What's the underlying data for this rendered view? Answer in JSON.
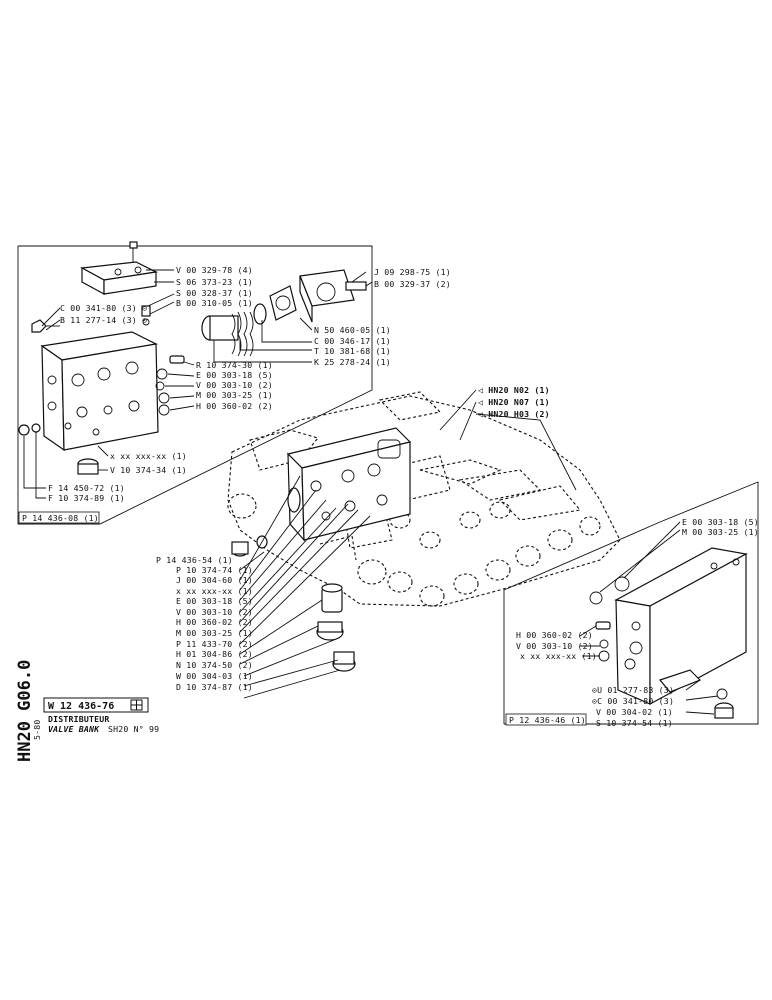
{
  "top_left_labels": [
    "V 00 329-78 (4)",
    "S 06 373-23 (1)",
    "S 00 328-37 (1)",
    "B 00 310-05 (1)",
    "R 10 374-30 (1)",
    "E 00 303-18 (5)",
    "V 00 303-10 (2)",
    "M 00 303-25 (1)",
    "H 00 360-02 (2)",
    "x xx xxx-xx (1)",
    "V 10 374-34 (1)"
  ],
  "top_left_side_labels": [
    "C 00 341-80 (3) ⊝",
    "B 11 277-14 (3) ⊝",
    "F 14 450-72 (1)",
    "F 10 374-89 (1)"
  ],
  "top_right_labels": [
    "J 09 298-75 (1)",
    "B 00 329-37 (2)",
    "N 50 460-05 (1)",
    "C 00 346-17 (1)",
    "T 10 381-68 (1)",
    "K 25 278-24 (1)"
  ],
  "box_left_ref": "P 14 436-08 (1)",
  "middle_right_refs": [
    "◁ HN20  N02 (1)",
    "◁ HN20  N07 (1)",
    "◁ HN20  H03 (2)"
  ],
  "middle_labels": [
    "P 14 436-54 (1)",
    "P 10 374-74 (1)",
    "J 00 304-60 (1)",
    "x xx xxx-xx (1)",
    "E 00 303-18 (5)",
    "V 00 303-10 (2)",
    "H 00 360-02 (2)",
    "M 00 303-25 (1)",
    "P 11 433-70 (2)",
    "H 01 304-86 (2)",
    "N 10 374-50 (2)",
    "W 00 304-03 (1)",
    "D 10 374-87 (1)"
  ],
  "right_box_top_labels": [
    "E 00 303-18 (5)",
    "M 00 303-25 (1)"
  ],
  "right_box_left_labels": [
    "H 00 360-02 (2)",
    "V 00 303-10 (2)",
    "x xx xxx-xx (1)"
  ],
  "right_box_bottom_labels": [
    "⊝U 01 277-83 (3)",
    "⊝C 00 341-80 (3)",
    "V 00 304-02 (1)",
    "S 10 374-54 (1)"
  ],
  "right_box_ref": "P 12 436-46 (1)",
  "title_block": {
    "vertical_code": "HN20  G06.0",
    "small_vertical": "5-80",
    "drawing_number": "W 12 436-76",
    "line1": "DISTRIBUTEUR",
    "line2": "VALVE BANK",
    "model": "SH20  N°  99"
  }
}
